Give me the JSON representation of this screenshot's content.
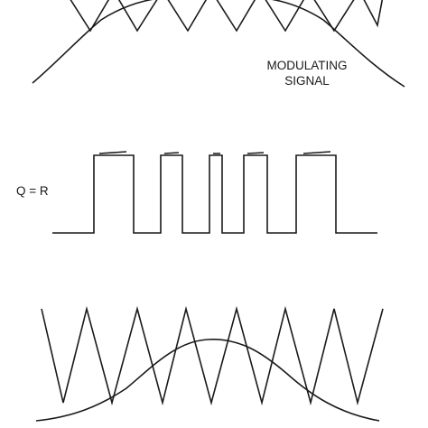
{
  "labels": {
    "modulating_line1": "MODULATING",
    "modulating_line2": "SIGNAL",
    "q_equals_r": "Q = R"
  }
}
